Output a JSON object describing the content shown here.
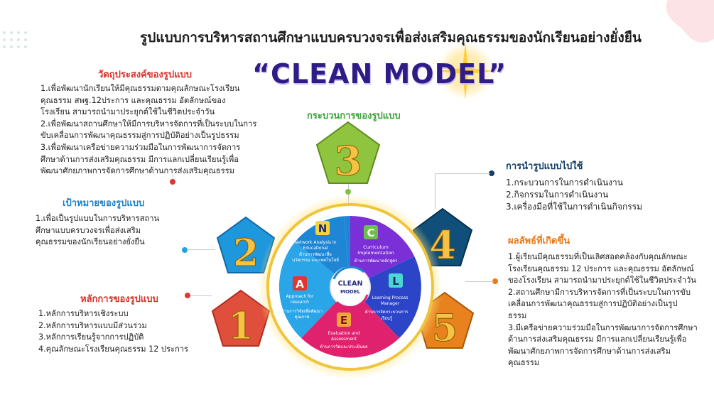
{
  "title": "รูปแบบการบริหารสถานศึกษาแบบครบวงจรเพื่อส่งเสริมคุณธรรมของนักเรียนอย่างยั่งยืน",
  "model_name": "“CLEAN MODEL”",
  "center_logo": {
    "line1": "CLEAN",
    "line2": "MODEL"
  },
  "objectives": {
    "title": "วัตถุประสงค์ของรูปแบบ",
    "lines": [
      "1.เพื่อพัฒนานักเรียนให้มีคุณธรรมตามคุณลักษณะโรงเรียน",
      "คุณธรรม สพฐ.12ประการ และคุณธรรม อัตลักษณ์ของ",
      "โรงเรียน สามารถนำมาประยุกต์ใช้ในชีวิตประจำวัน",
      "2.เพื่อพัฒนาสถานศึกษาให้มีการบริหารจัดการที่เป็นระบบในการ",
      "ขับเคลื่อนการพัฒนาคุณธรรมสู่การปฏิบัติอย่างเป็นรูปธรรม",
      "3.เพื่อพัฒนาเครือข่ายความร่วมมือในการพัฒนาการจัดการ",
      "ศึกษาด้านการส่งเสริมคุณธรรม มีการแลกเปลี่ยนเรียนรู้เพื่อ",
      "พัฒนาศักยภาพการจัดการศึกษาด้านการส่งเสริมคุณธรรม"
    ]
  },
  "goal": {
    "title": "เป้าหมายของรูปแบบ",
    "lines": [
      "1.เพื่อเป็นรูปแบบในการบริหารสถาน",
      "ศึกษาแบบครบวงจรเพื่อส่งเสริม",
      "คุณธรรมของนักเรียนอย่างยั่งยืน"
    ]
  },
  "principles": {
    "title": "หลักการของรูปแบบ",
    "lines": [
      "1.หลักการบริหารเชิงระบบ",
      "2.หลักการบริหารแบบมีส่วนร่วม",
      "3.หลักการเรียนรู้จากการปฏิบัติ",
      "4.คุณลักษณะโรงเรียนคุณธรรม 12 ประการ"
    ]
  },
  "process": {
    "title": "กระบวนการของรูปแบบ"
  },
  "apply": {
    "title": "การนำรูปแบบไปใช้",
    "lines": [
      "1.กระบวนการในการดำเนินงาน",
      "2.กิจกรรมในการดำเนินงาน",
      "3.เครื่องมือที่ใช้ในการดำเนินกิจกรรม"
    ]
  },
  "results": {
    "title": "ผลลัพธ์ที่เกิดขึ้น",
    "lines": [
      "1.ผู้เรียนมีคุณธรรมที่เป็นเลิศสอดคล้องกับคุณลักษณะ",
      "โรงเรียนคุณธรรม 12 ประการ และคุณธรรม อัตลักษณ์",
      "ของโรงเรียน สามารถนำมาประยุกต์ใช้ในชีวิตประจำวัน",
      "2.สถานศึกษามีการบริหารจัดการที่เป็นระบบในการขับ",
      "เคลื่อนการพัฒนาคุณธรรมสู่การปฏิบัติอย่างเป็นรูป",
      "ธรรม",
      "3.มีเครือข่ายความร่วมมือในการพัฒนาการจัดการศึกษา",
      "ด้านการส่งเสริมคุณธรรม มีการแลกเปลี่ยนเรียนรู้เพื่อ",
      "พัฒนาศักยภาพการจัดการศึกษาด้านการส่งเสริม",
      "คุณธรรม"
    ]
  },
  "pentagons": [
    "1",
    "2",
    "3",
    "4",
    "5"
  ],
  "segments": {
    "N": {
      "letter": "N",
      "en1": "Network Analysis in",
      "en2": "Educational",
      "th1": "ด้านการพัฒนาสื่อ",
      "th2": "นวัตกรรม และเทคโนโลยี",
      "color": "#1f86d6"
    },
    "C": {
      "letter": "C",
      "en1": "Curriculum",
      "en2": "Implementation",
      "th1": "ด้านการพัฒนาหลักสูตร",
      "color": "#7b2fd6"
    },
    "L": {
      "letter": "L",
      "en1": "Learning Process",
      "en2": "Manager",
      "th1": "ด้านการจัดกระบวนการ",
      "th2": "เรียนรู้",
      "color": "#2c45c8"
    },
    "E": {
      "letter": "E",
      "en1": "Evaluation and",
      "en2": "Assessment",
      "th1": "ด้านการวัดและประเมินผล",
      "color": "#e0226e"
    },
    "A": {
      "letter": "A",
      "en1": "Approach for",
      "en2": "research",
      "th1": "ด้านการวิจัยเพื่อพัฒนา",
      "th2": "คุณภาพ",
      "color": "#2aa5e8"
    }
  }
}
